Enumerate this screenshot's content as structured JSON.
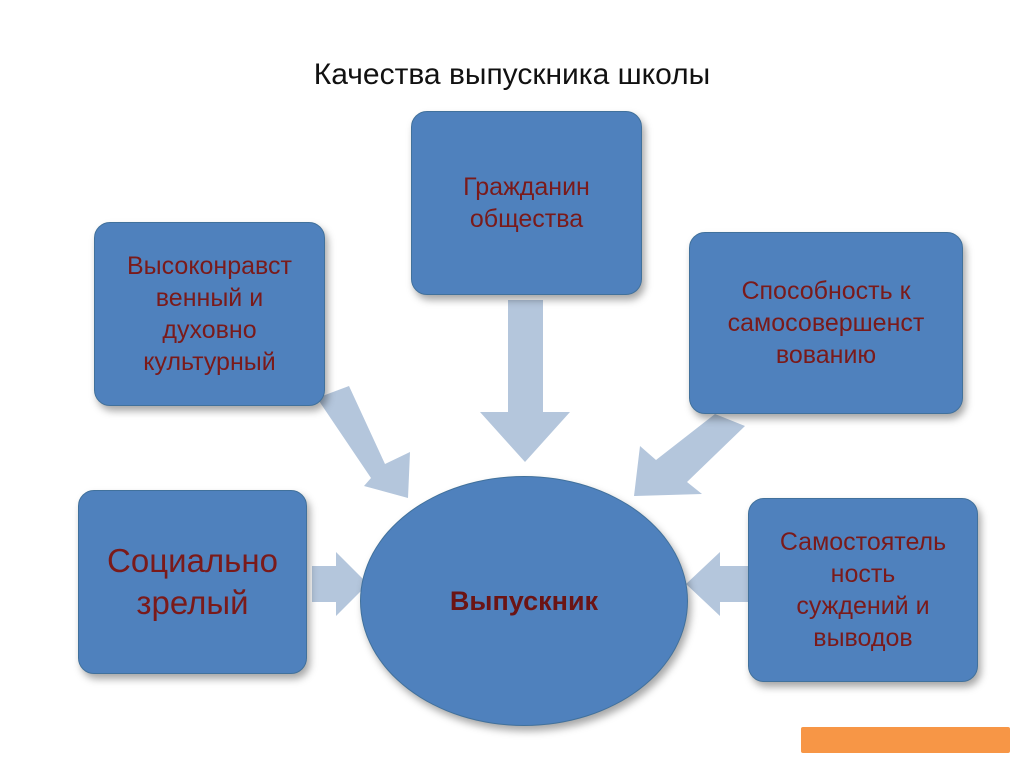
{
  "title": "Качества выпускника школы",
  "colors": {
    "box_fill": "#4f81bd",
    "box_border": "#41719c",
    "box_text": "#7a1a1a",
    "arrow_fill": "#b4c6dc",
    "accent_bar": "#f79646"
  },
  "center": {
    "label": "Выпускник"
  },
  "qualities": [
    {
      "id": "citizen",
      "label": "Гражданин\nобщества"
    },
    {
      "id": "moral",
      "label": "Высоконравст\nвенный и\nдуховно\nкультурный"
    },
    {
      "id": "self-improvement",
      "label": "Способность к\nсамосовершенст\nвованию"
    },
    {
      "id": "social",
      "label": "Социально\nзрелый"
    },
    {
      "id": "independence",
      "label": "Самостоятель\nность\nсуждений и\nвыводов"
    }
  ]
}
